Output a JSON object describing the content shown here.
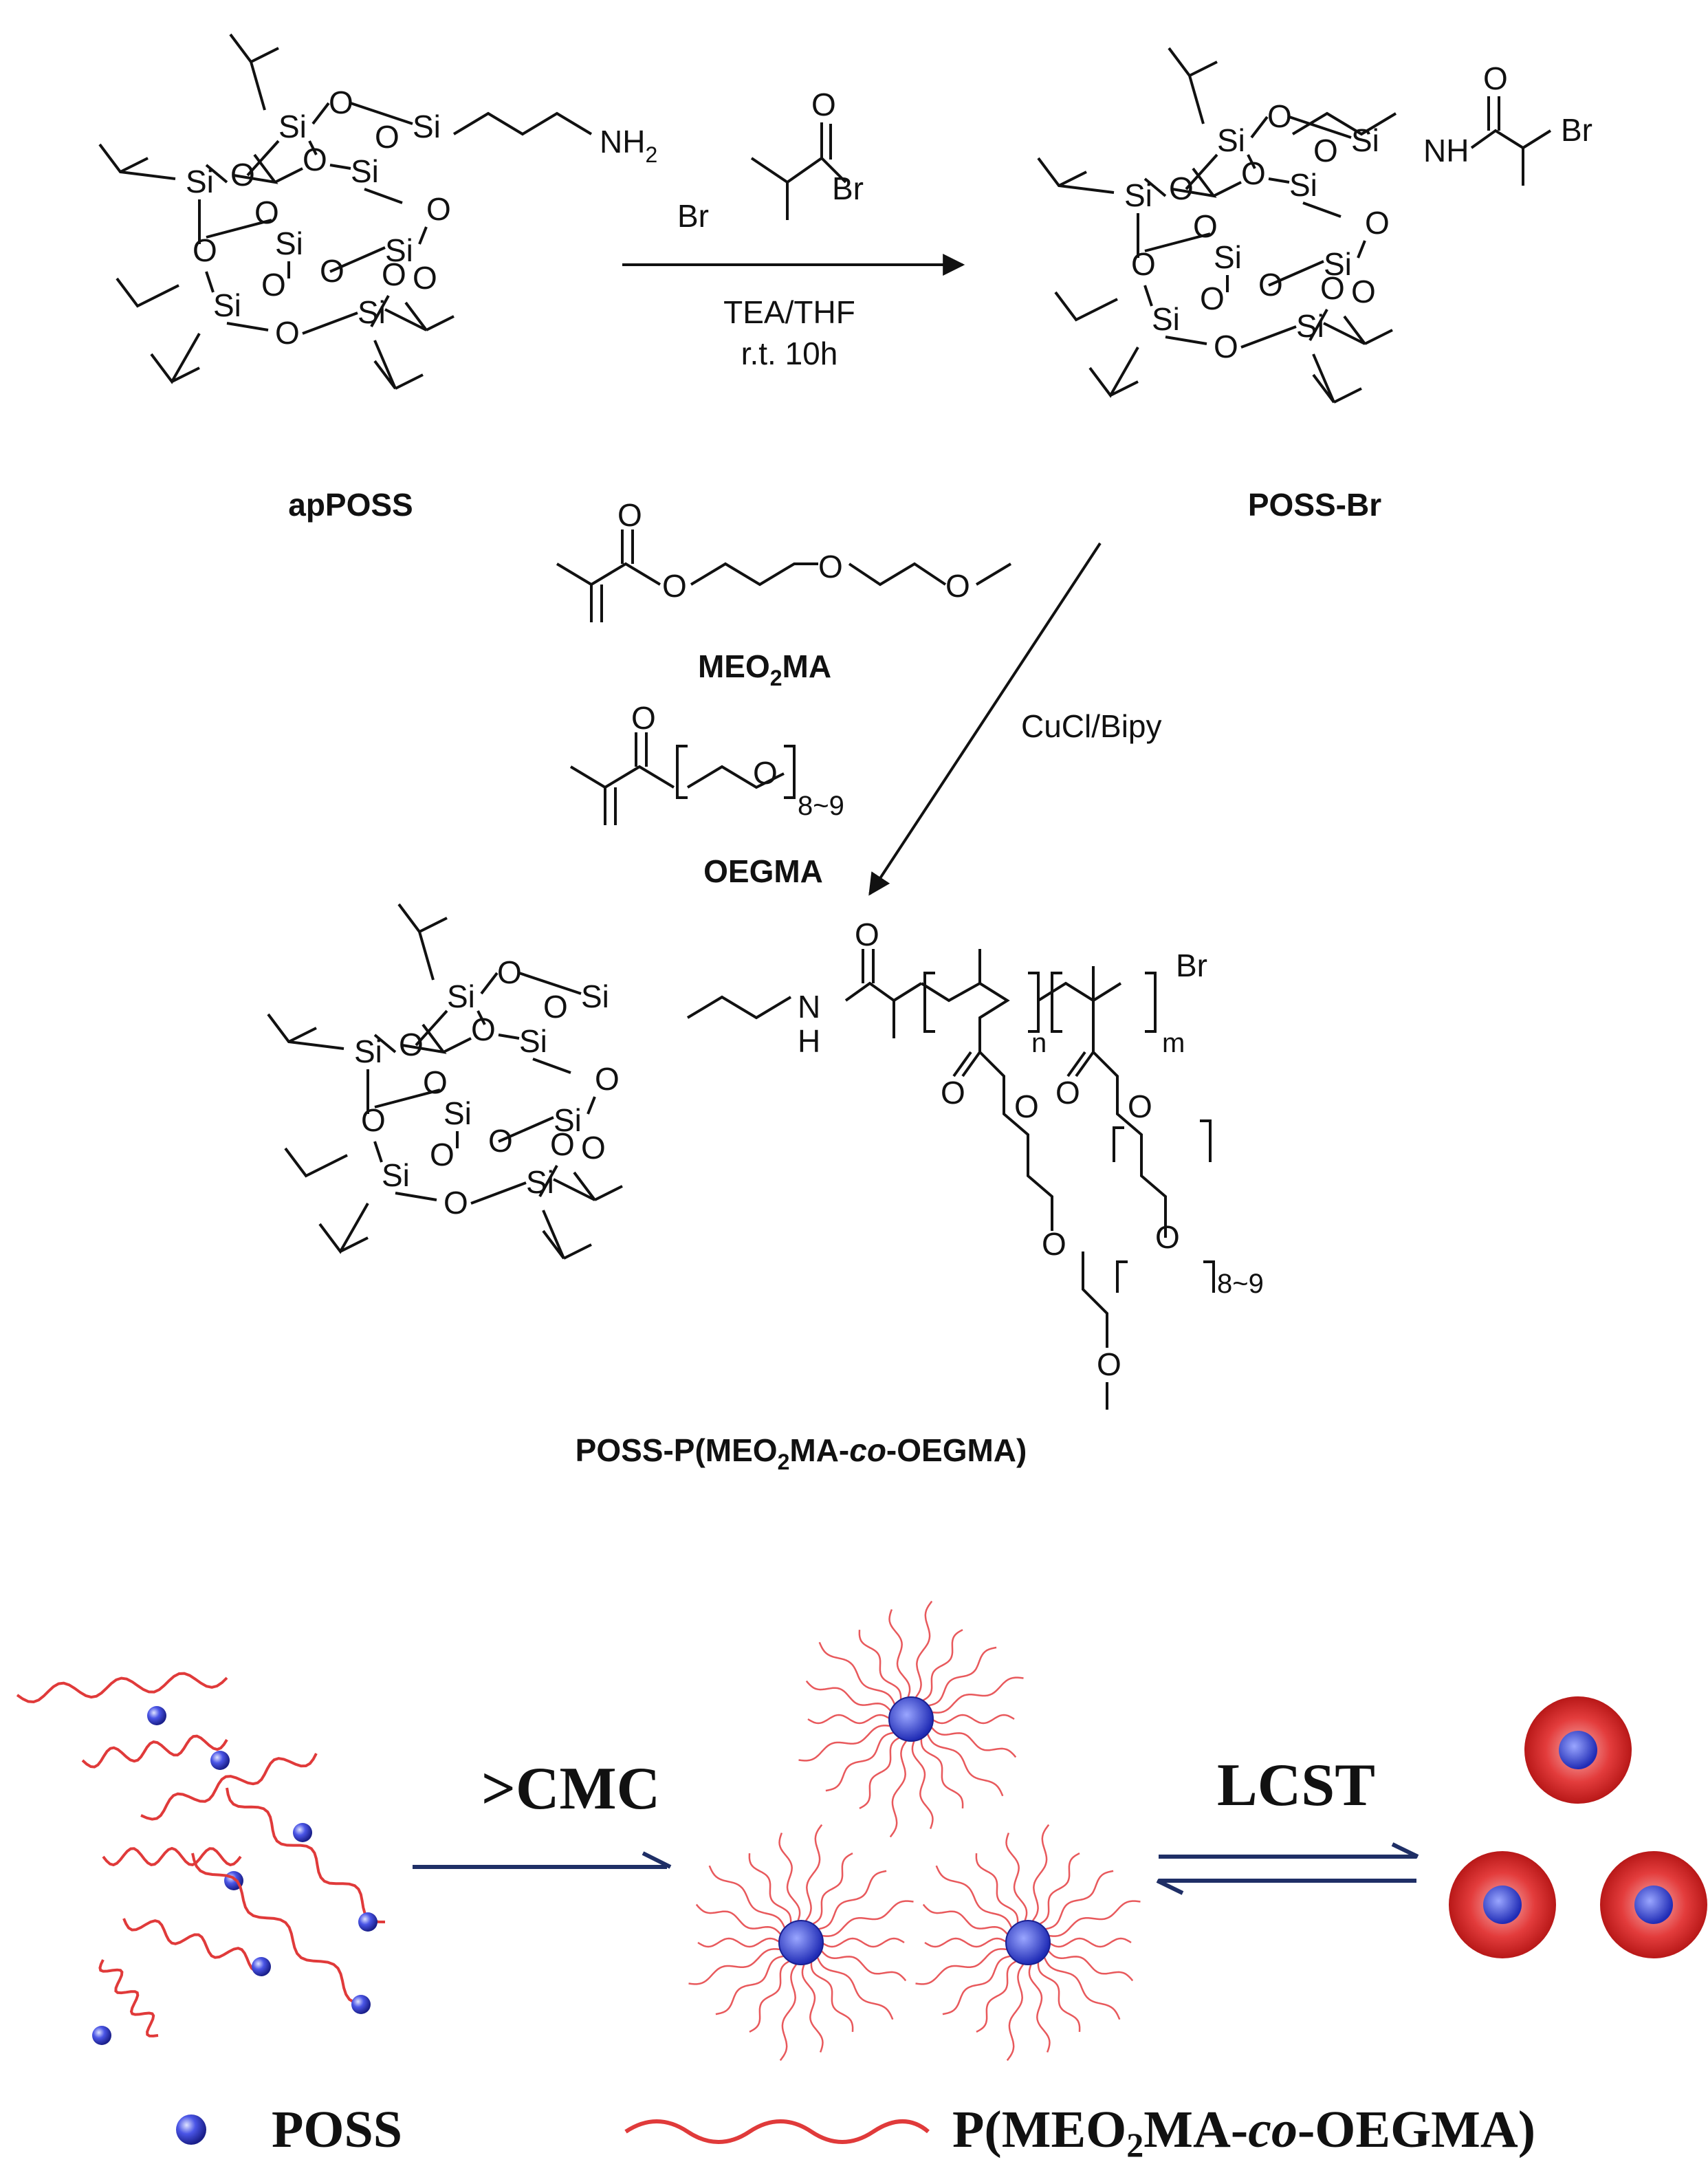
{
  "scheme": {
    "compounds": {
      "apposs": "apPOSS",
      "possbr": "POSS-Br",
      "meo2ma": {
        "prefix": "MEO",
        "sub": "2",
        "suffix": "MA"
      },
      "oegma": "OEGMA",
      "product": {
        "a": "POSS-P(MEO",
        "sub": "2",
        "b": "MA-",
        "italic": "co",
        "c": "-OEGMA)"
      }
    },
    "conditions": {
      "step1_top": "TEA/THF",
      "step1_bottom": "r.t. 10h",
      "step2": "CuCl/Bipy"
    },
    "atoms": {
      "si": "Si",
      "o": "O",
      "nh2": {
        "main": "NH",
        "sub": "2"
      },
      "nh": "NH",
      "n": "N",
      "h": "H",
      "br": "Br"
    },
    "repeat_labels": {
      "n": "n",
      "m": "m",
      "range": "8~9"
    }
  },
  "assembly": {
    "cmc_label": ">CMC",
    "lcst_label": "LCST",
    "legend": {
      "poss": "POSS",
      "copolymer": {
        "a": "P(MEO",
        "sub": "2",
        "b": "MA-",
        "italic": "co",
        "c": "-OEGMA)"
      }
    },
    "colors": {
      "poss_sphere": "#3b3bd6",
      "chain": "#e03a3a",
      "arrow": "#1f2f66"
    }
  }
}
